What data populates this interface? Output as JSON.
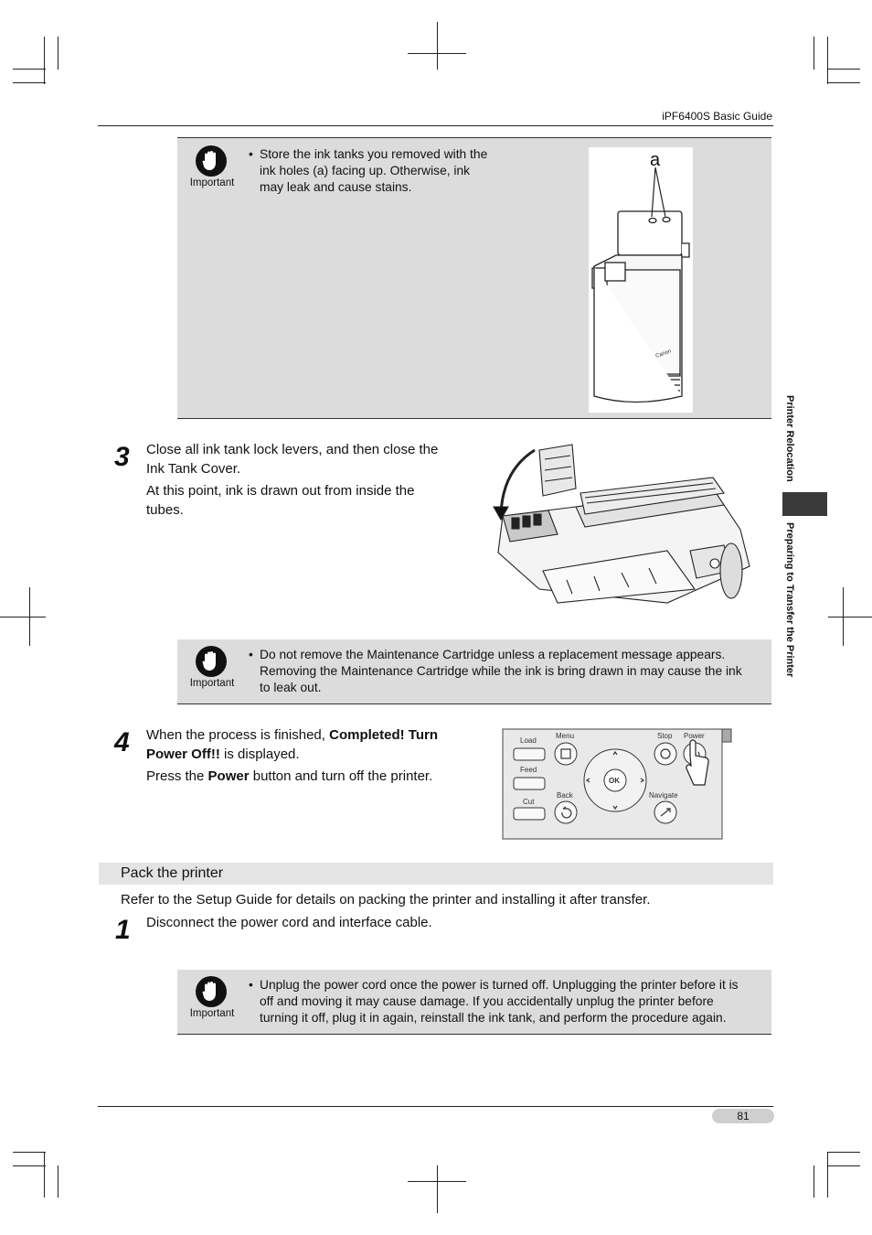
{
  "header": {
    "title": "iPF6400S Basic Guide"
  },
  "side_tab": {
    "section": "Printer Relocation",
    "subsection": "Preparing to Transfer the Printer"
  },
  "notes": [
    {
      "label": "Important",
      "lines": [
        "Store the ink tanks you removed with the",
        "ink holes (a) facing up. Otherwise, ink",
        "may leak and cause stains."
      ],
      "figure_label": "a"
    },
    {
      "label": "Important",
      "lines": [
        "Do not remove the Maintenance Cartridge unless a replacement message appears.",
        "Removing the Maintenance Cartridge while the ink is bring drawn in may cause the ink",
        "to leak out."
      ]
    },
    {
      "label": "Important",
      "lines": [
        "Unplug the power cord once the power is turned off. Unplugging the printer before it is",
        "off and moving it may cause damage. If you accidentally unplug the printer before",
        "turning it off, plug it in again, reinstall the ink tank, and perform the procedure again."
      ]
    }
  ],
  "step3": {
    "number": "3",
    "line1": "Close all ink tank lock levers, and then close the",
    "line2": "Ink Tank Cover.",
    "line3": "At this point, ink is drawn out from inside the",
    "line4": "tubes."
  },
  "step4": {
    "number": "4",
    "pre1": "When the process is finished,",
    "bold1": "Completed! Turn",
    "bold2": "Power Off!!",
    "post2": "is displayed.",
    "pre3": "Press the",
    "bold3": "Power",
    "post3": "button and turn off the printer."
  },
  "panel": {
    "load": "Load",
    "menu": "Menu",
    "stop": "Stop",
    "power": "Power",
    "feed": "Feed",
    "back": "Back",
    "cut": "Cut",
    "navigate": "Navigate",
    "ok": "OK"
  },
  "section": {
    "title": "Pack the printer",
    "intro": "Refer to the Setup Guide for details on packing the printer and installing it after transfer."
  },
  "step1": {
    "number": "1",
    "text": "Disconnect the power cord and interface cable."
  },
  "footer": {
    "page": "81"
  }
}
